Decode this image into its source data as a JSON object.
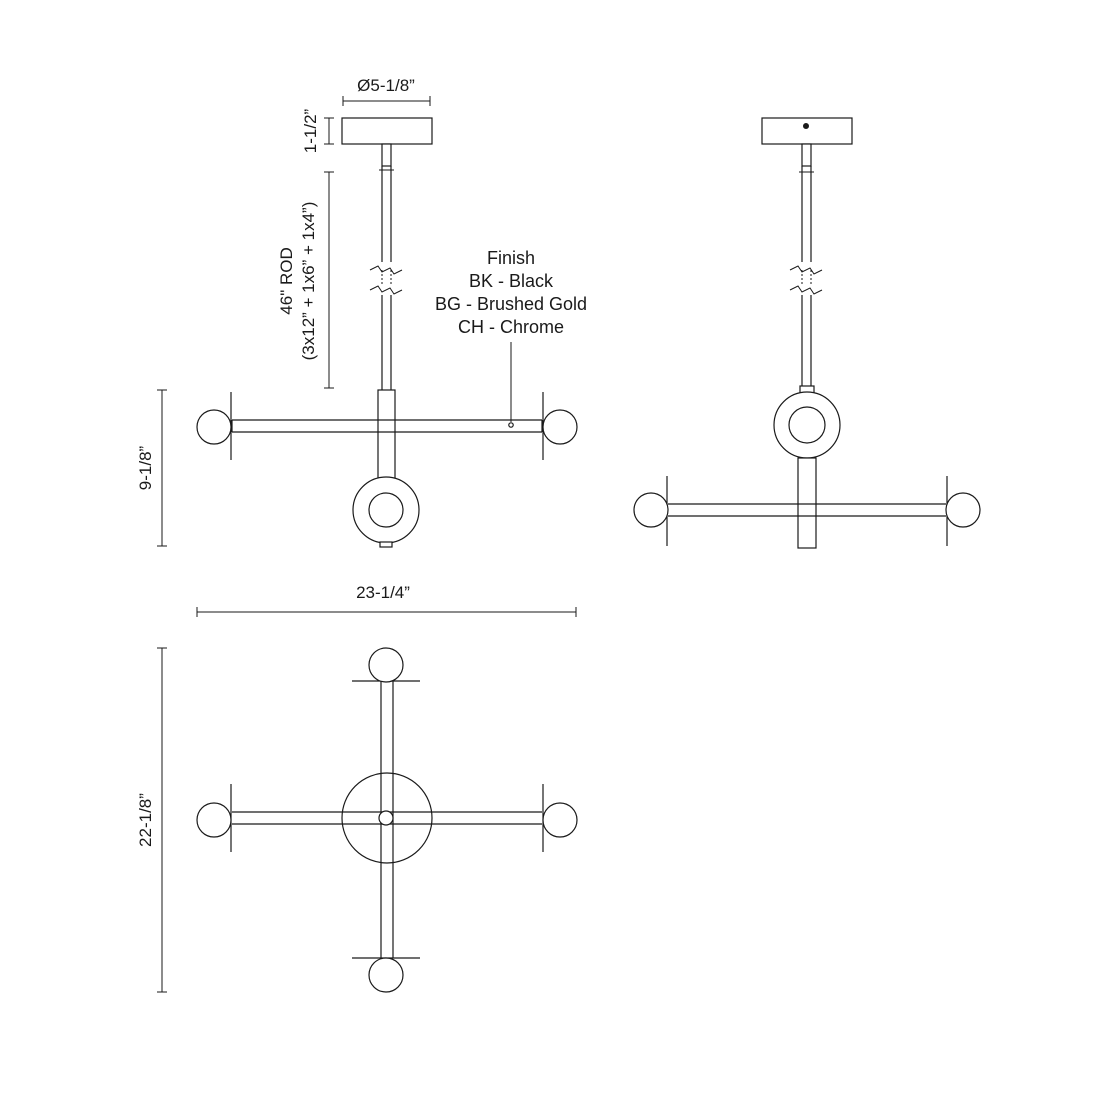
{
  "dimensions": {
    "canopy_diameter": "Ø5-1/8”",
    "canopy_height": "1-1/2”",
    "rod_line1": "46\" ROD",
    "rod_line2": "(3x12” + 1x6” + 1x4”)",
    "fixture_height": "9-1/8”",
    "overall_width": "23-1/4”",
    "overall_depth": "22-1/8”"
  },
  "finish": {
    "title": "Finish",
    "options": [
      "BK - Black",
      "BG - Brushed Gold",
      "CH - Chrome"
    ]
  },
  "colors": {
    "line": "#1a1a1a",
    "background": "#ffffff"
  }
}
